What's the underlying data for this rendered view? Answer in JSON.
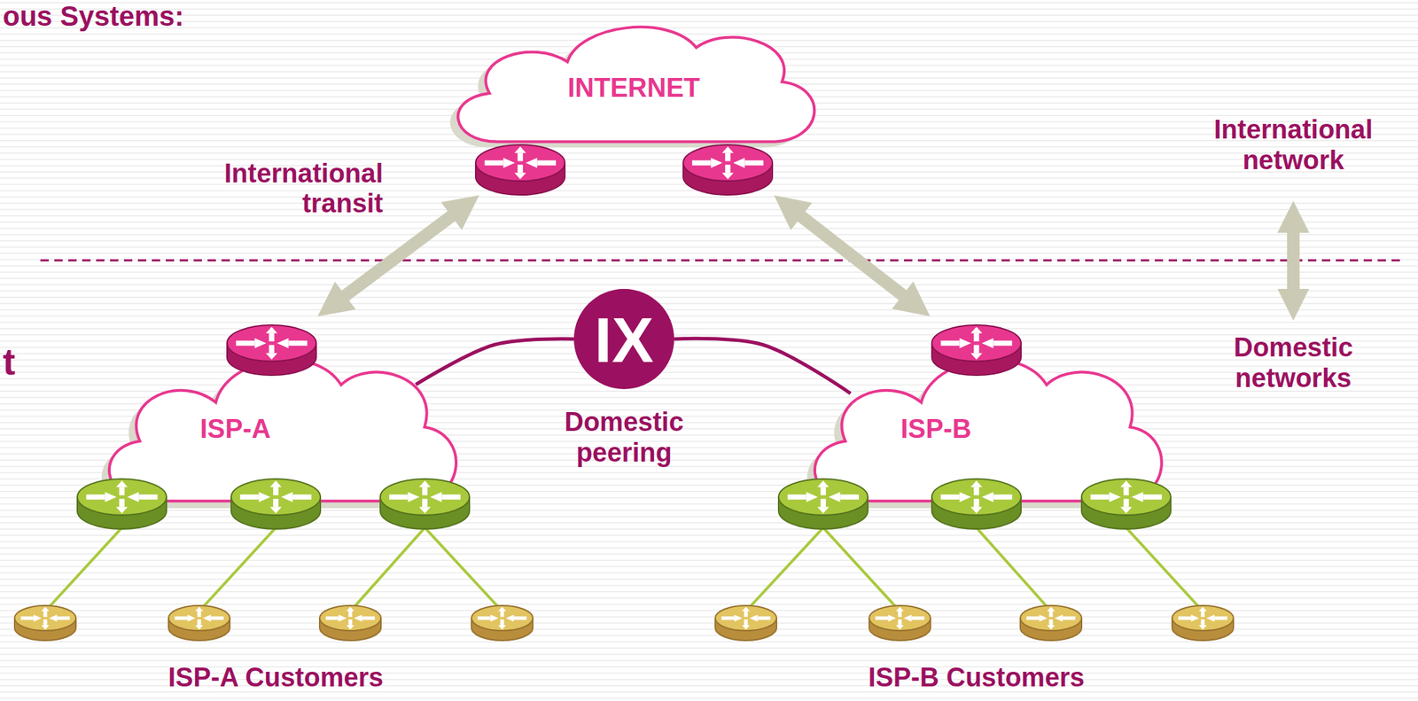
{
  "diagram": {
    "nodes": [
      {
        "text": [
          "INTERNET"
        ]
      },
      {
        "text": [
          "ISP-A"
        ]
      },
      {
        "text": [
          "IX",
          "Domestic peering"
        ]
      },
      {
        "text": [
          "ISP-B"
        ]
      }
    ],
    "edges": [
      {
        "from": 1,
        "to": 0,
        "arrow": "both",
        "label": "International transit"
      },
      {
        "from": 3,
        "to": 0,
        "arrow": "both"
      },
      {
        "from": 2,
        "to": 1,
        "arrow": "none"
      },
      {
        "from": 2,
        "to": 3,
        "arrow": "none"
      }
    ],
    "labels": [
      "ous Systems:",
      "t",
      "International network",
      "Domestic networks",
      "ISP-A Customers",
      "ISP-B Customers"
    ]
  }
}
